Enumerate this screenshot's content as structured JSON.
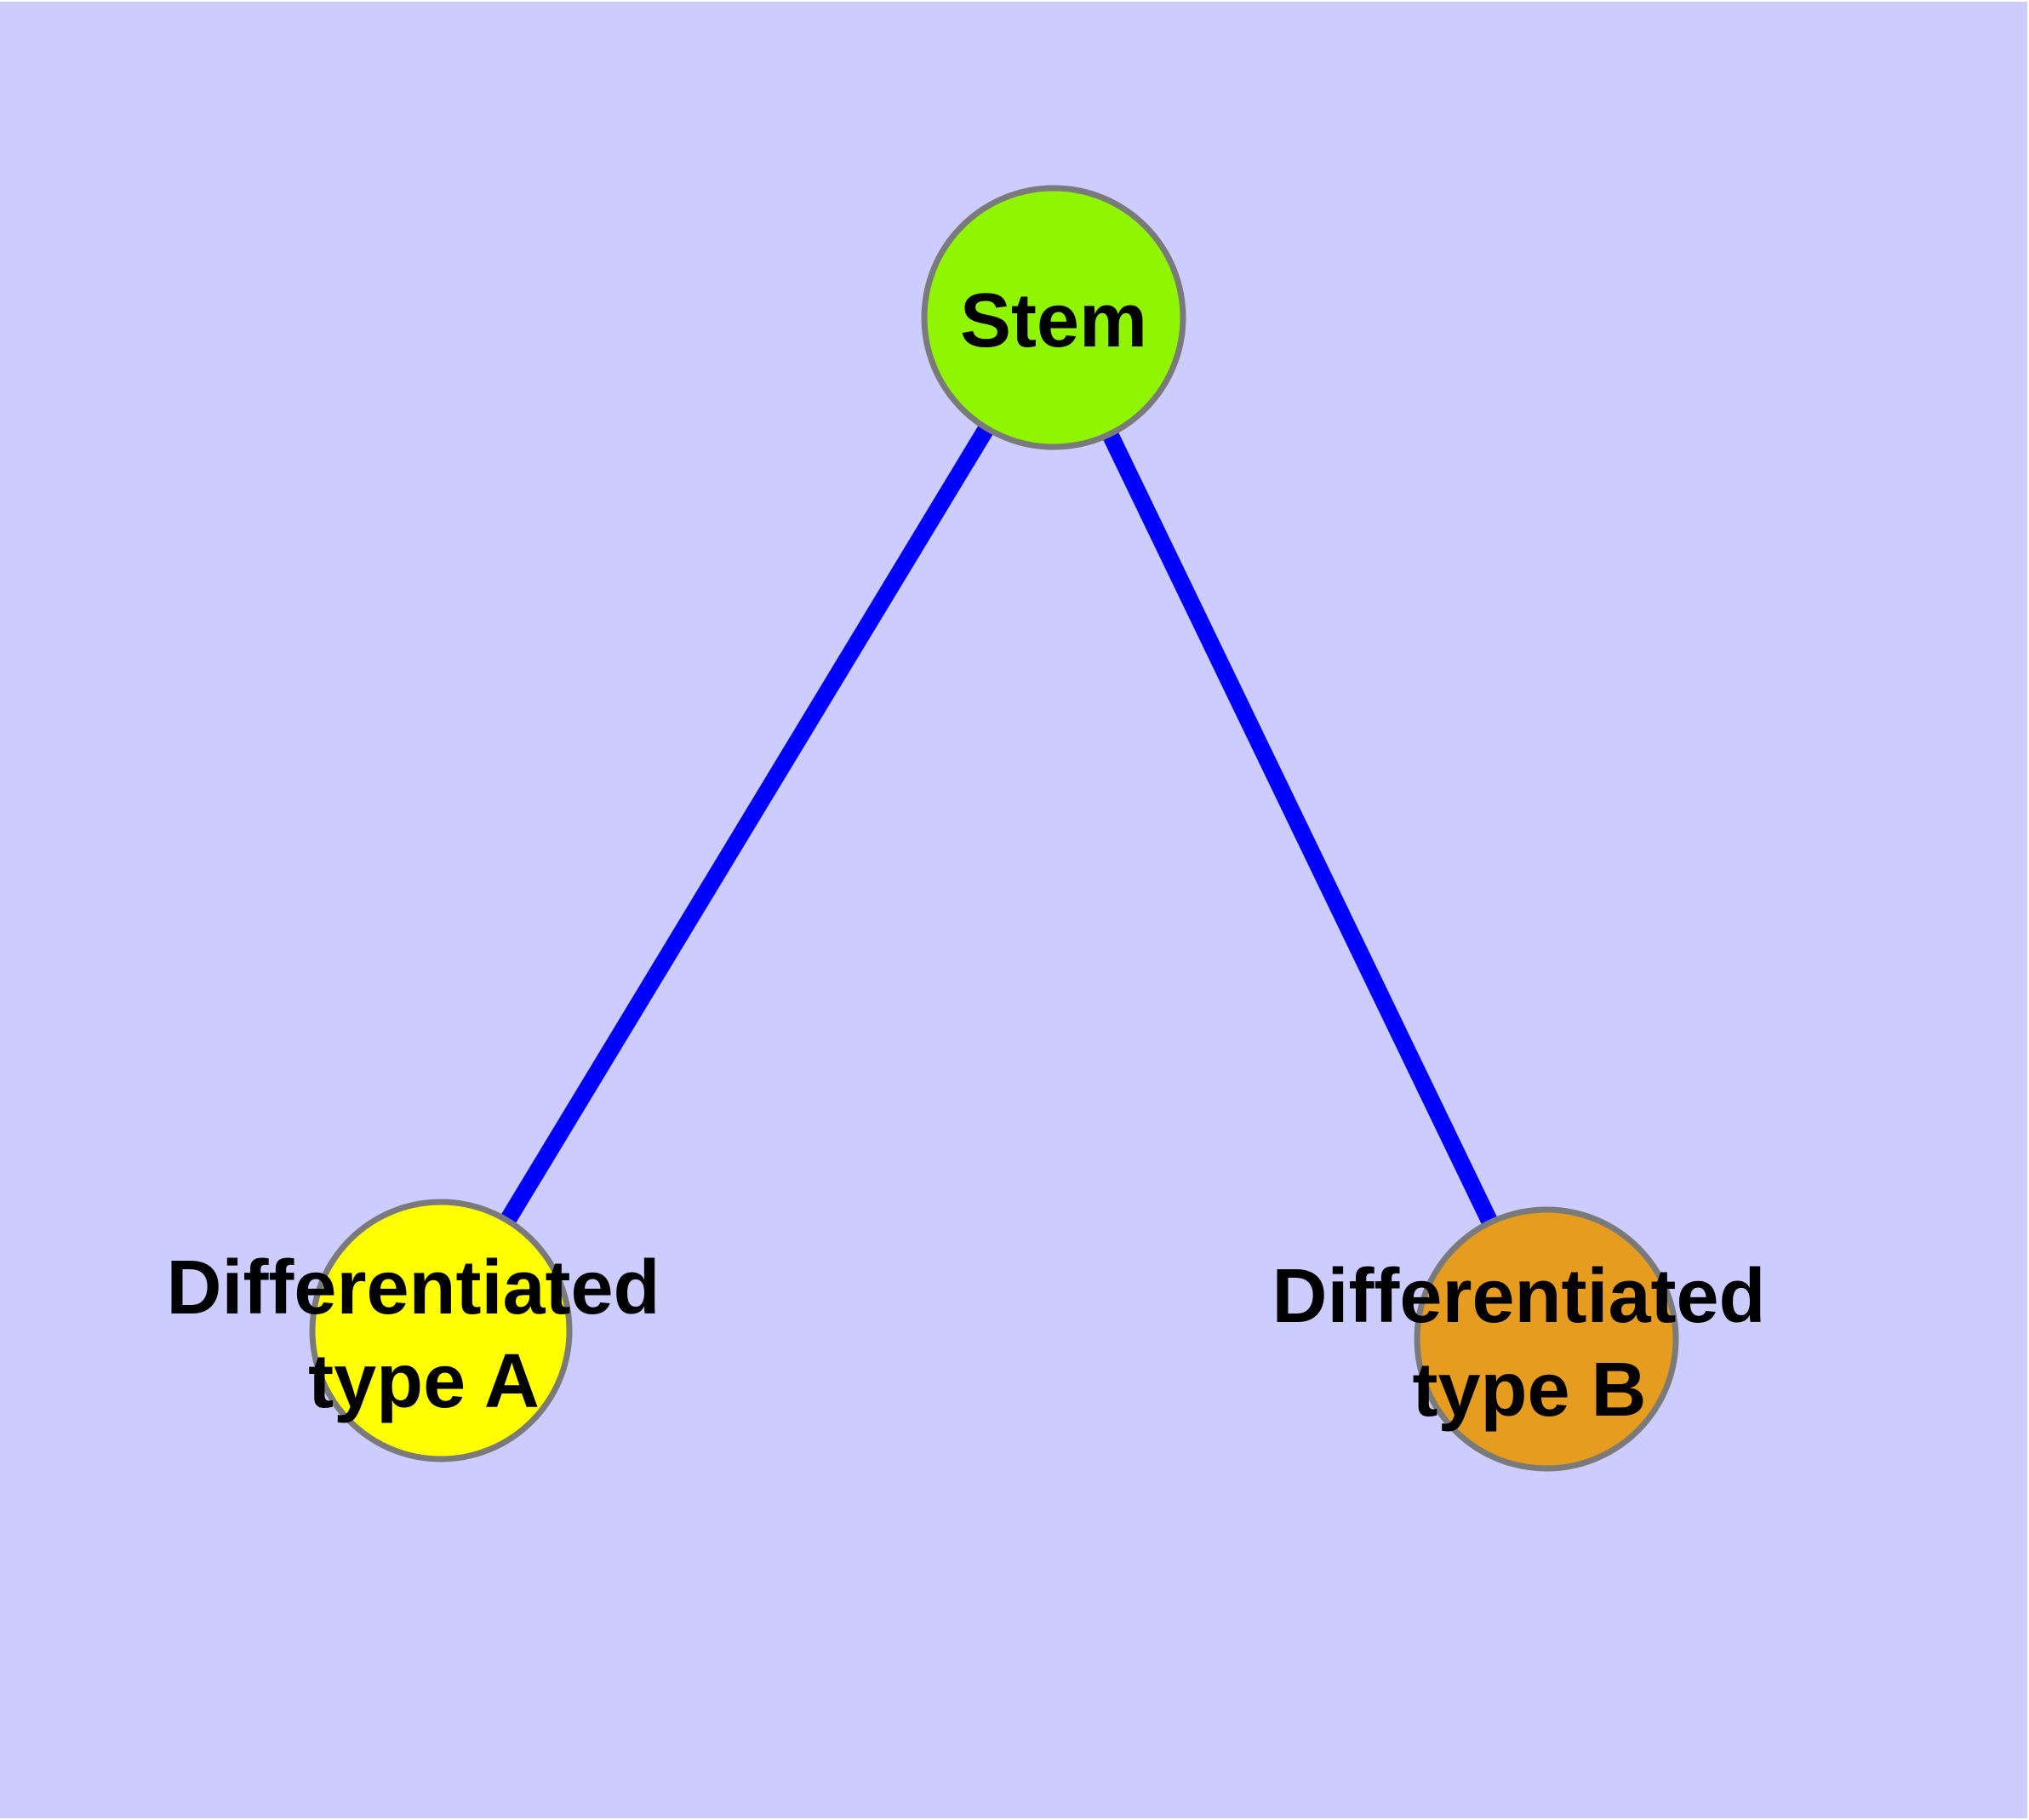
{
  "diagram": {
    "background_color": "#CCCCFF",
    "edge_color": "#0000FF",
    "node_border_color": "#7A7A7A",
    "label_color": "#000000",
    "nodes": {
      "stem": {
        "label": "Stem",
        "fill": "#90F500"
      },
      "type_a": {
        "label_line1": "Differentiated",
        "label_line2": "type A",
        "fill": "#FFFF00"
      },
      "type_b": {
        "label_line1": "Differentiated",
        "label_line2": "type B",
        "fill": "#E69C1E"
      }
    },
    "edges": [
      {
        "from": "Stem",
        "to": "Differentiated type A"
      },
      {
        "from": "Stem",
        "to": "Differentiated type B"
      }
    ]
  }
}
